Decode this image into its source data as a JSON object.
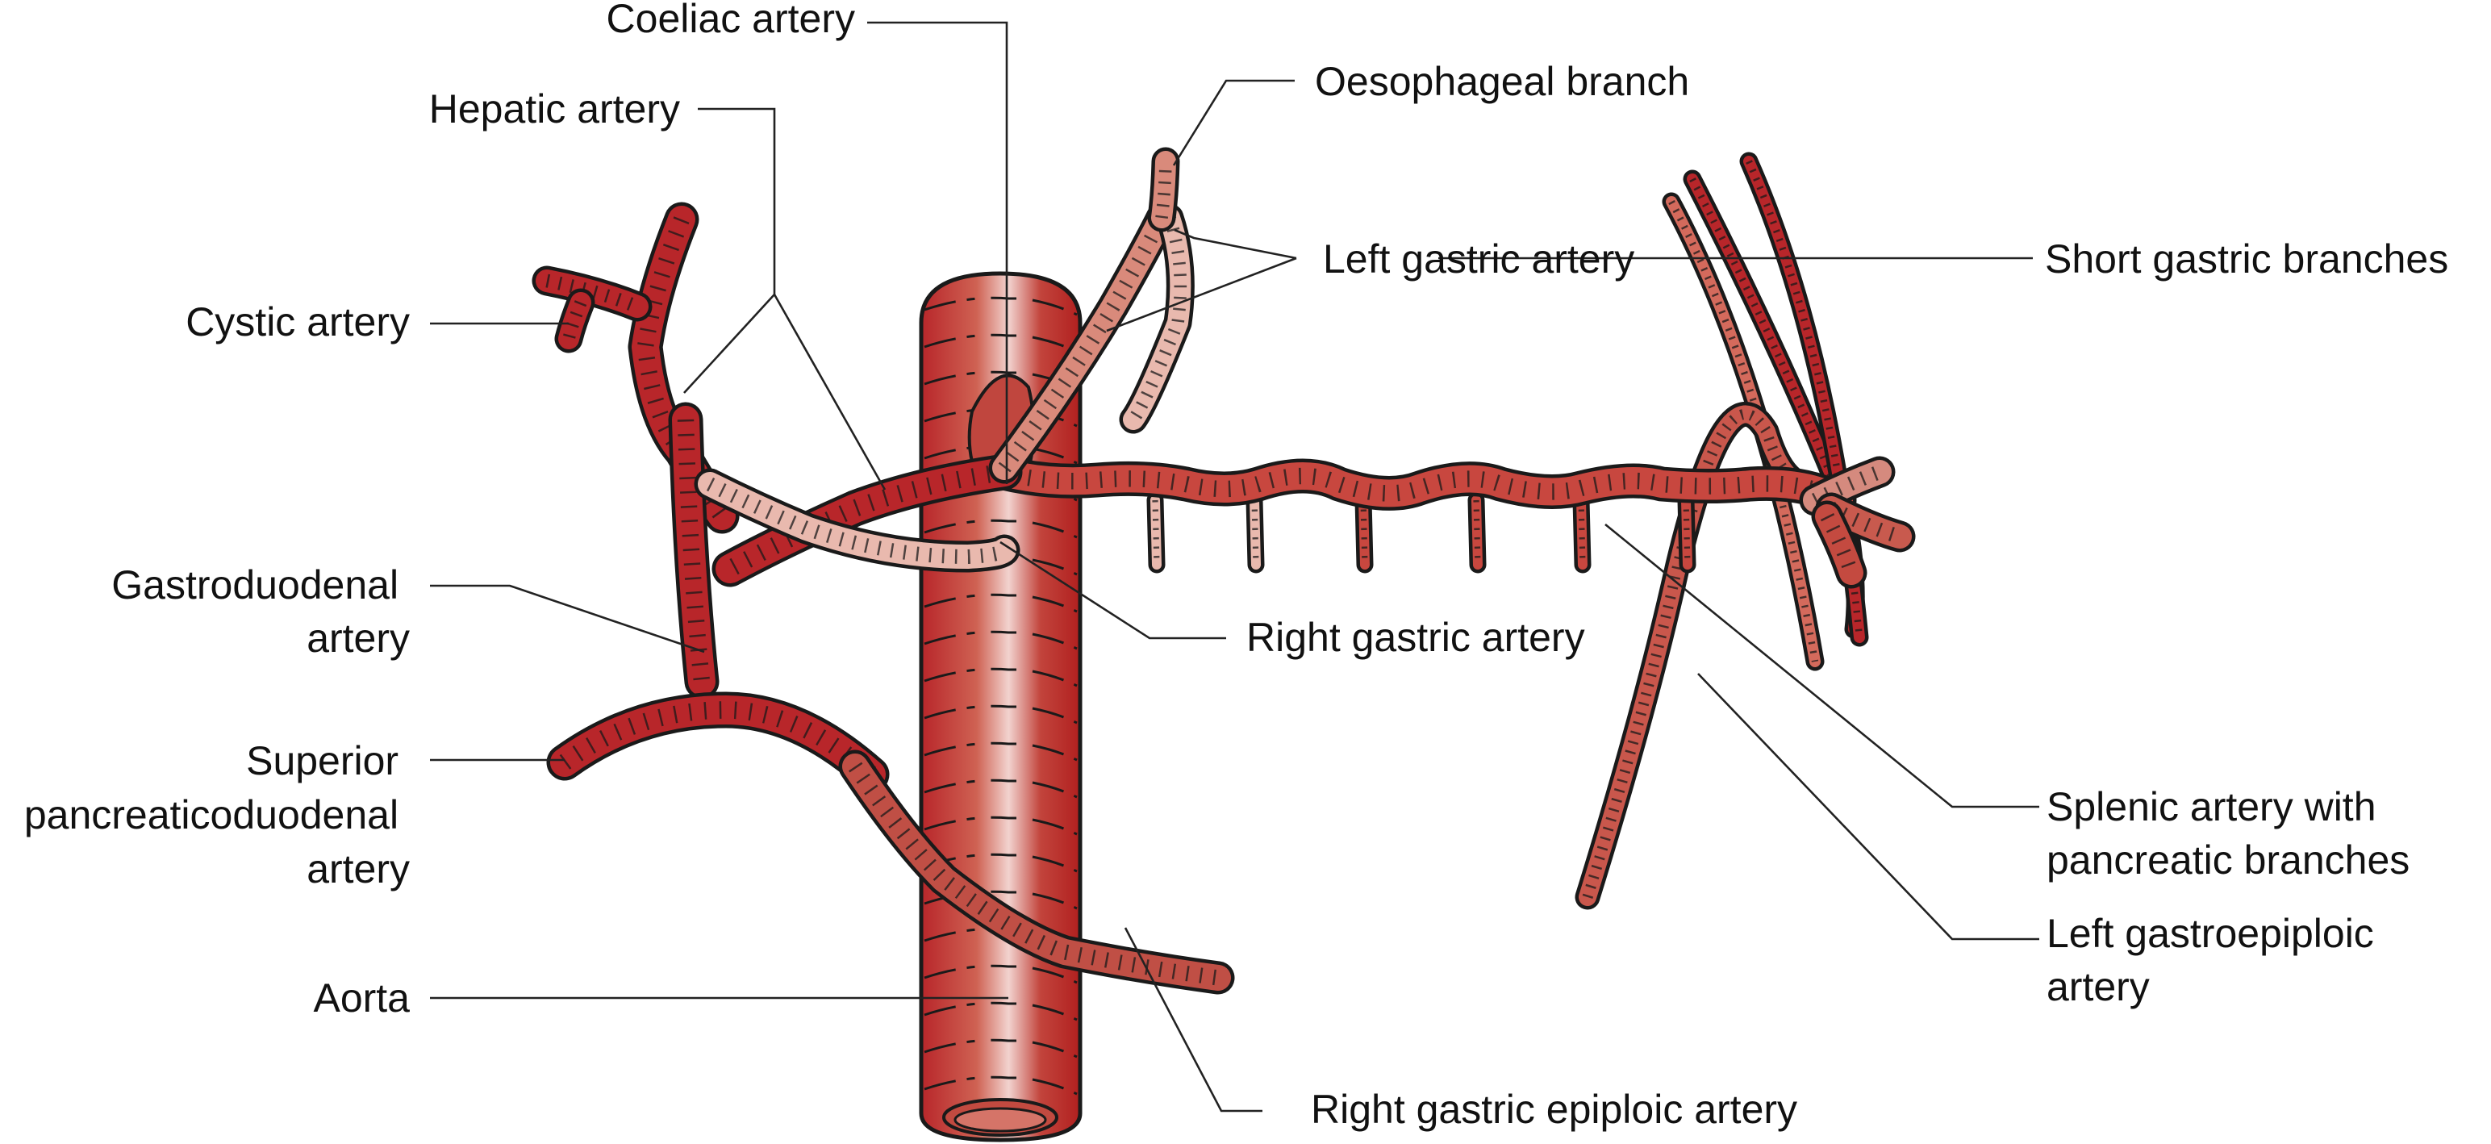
{
  "figure": {
    "title": "Branches of the coeliac artery",
    "colors": {
      "artery_dark": "#b8262a",
      "artery_mid": "#c8473f",
      "artery_light": "#e9b9ae",
      "highlight": "#f3d6d2",
      "outline": "#1a1a1a",
      "label_text": "#111111"
    }
  },
  "labels": {
    "coeliac": "Coeliac artery",
    "hepatic": "Hepatic artery",
    "cystic": "Cystic artery",
    "gastroduodenal": [
      "Gastroduodenal",
      "artery"
    ],
    "sup_pancreaticoduodenal": [
      "Superior",
      "pancreaticoduodenal",
      "artery"
    ],
    "aorta": "Aorta",
    "oesophageal": "Oesophageal branch",
    "left_gastric": "Left gastric artery",
    "short_gastric": "Short gastric branches",
    "right_gastric": "Right gastric artery",
    "splenic": [
      "Splenic artery with",
      "pancreatic branches"
    ],
    "left_gastroepiploic": [
      "Left gastroepiploic",
      "artery"
    ],
    "right_gastroepiploic": "Right gastric epiploic artery"
  }
}
